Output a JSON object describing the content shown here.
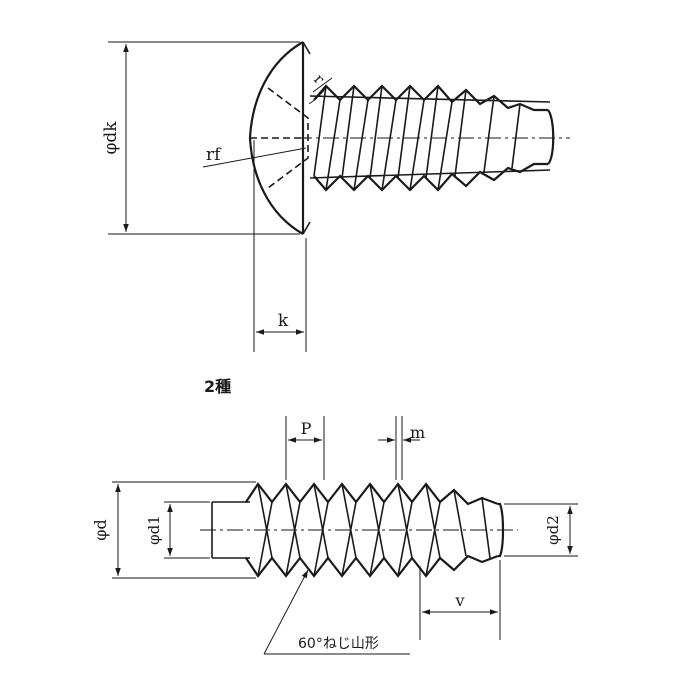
{
  "labels": {
    "head_diameter": "φdk",
    "head_height": "k",
    "head_radius": "rf",
    "head_small_radius": "r",
    "type_caption": "2種",
    "pitch": "P",
    "m_dim": "m",
    "major_diameter": "φd",
    "minor_diameter": "φd1",
    "tip_diameter": "φd2",
    "tip_length": "v",
    "thread_form_note": "60°ねじ山形"
  },
  "colors": {
    "line": "#1a1a1a",
    "background": "#ffffff"
  }
}
